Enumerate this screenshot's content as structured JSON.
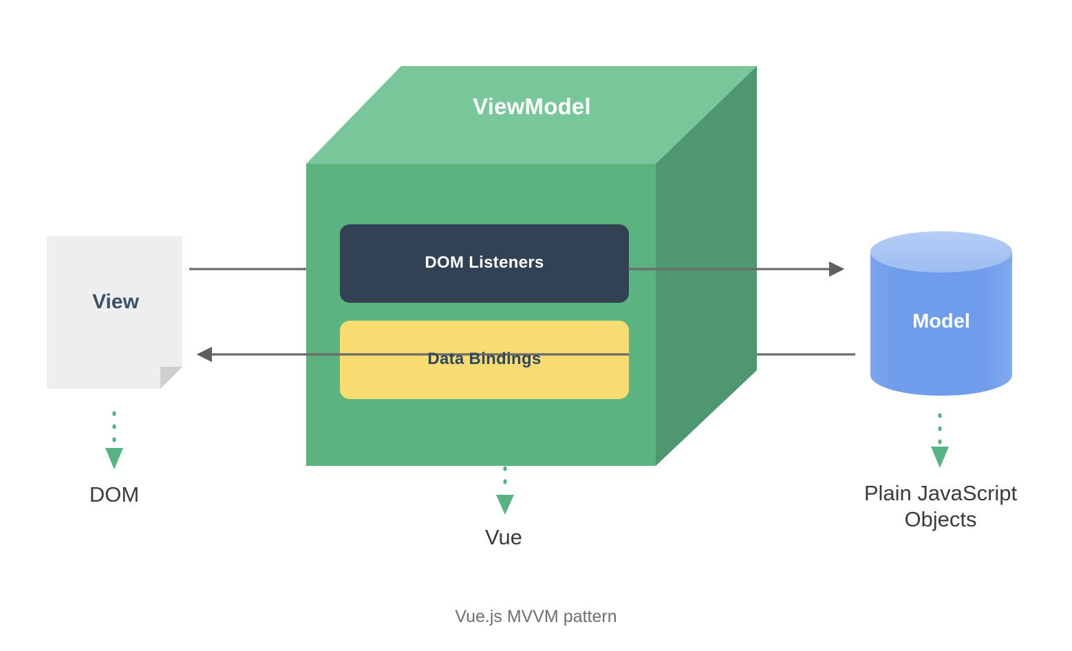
{
  "diagram": {
    "caption": "Vue.js MVVM pattern",
    "viewmodel": {
      "title": "ViewModel",
      "bands": [
        {
          "id": "dom-listeners",
          "label": "DOM Listeners",
          "fill": "#334155",
          "text_color": "#ffffff"
        },
        {
          "id": "data-bindings",
          "label": "Data Bindings",
          "fill": "#f7dc72",
          "text_color": "#33475b"
        }
      ],
      "colors": {
        "top_face": "#7ac69b",
        "front_face": "#5cb37f",
        "right_face": "#4f9770"
      }
    },
    "view": {
      "label": "View",
      "shape": "document",
      "fill": "#eeeeee",
      "text_color": "#3b5168"
    },
    "model": {
      "label": "Model",
      "shape": "cylinder",
      "fill": "#6f9ceb",
      "top_fill": "#a7c2f2",
      "text_color": "#ffffff"
    },
    "annotations": [
      {
        "id": "dom",
        "label": "DOM"
      },
      {
        "id": "vue",
        "label": "Vue"
      },
      {
        "id": "js-objects",
        "line1": "Plain JavaScript",
        "line2": "Objects"
      }
    ],
    "connectors": [
      {
        "id": "view-to-viewmodel",
        "from": "View",
        "to": "DOM Listeners",
        "direction": "right",
        "arrowhead": false,
        "color": "#6b6b6b"
      },
      {
        "id": "domlisteners-to-model",
        "from": "DOM Listeners",
        "to": "Model",
        "direction": "right",
        "arrowhead": true,
        "color": "#6b6b6b"
      },
      {
        "id": "databindings-to-view",
        "from": "Data Bindings",
        "to": "View",
        "direction": "left",
        "arrowhead": true,
        "color": "#6b6b6b"
      },
      {
        "id": "model-to-databindings",
        "from": "Model",
        "to": "Data Bindings",
        "direction": "left",
        "arrowhead": false,
        "color": "#6b6b6b"
      }
    ],
    "dotted_arrow_color": "#57b381"
  }
}
